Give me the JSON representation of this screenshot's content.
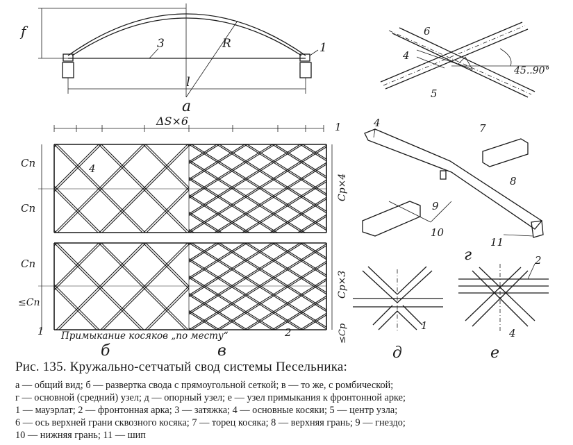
{
  "figure": {
    "labels": {
      "a_f": "f",
      "a_3": "3",
      "a_R": "R",
      "a_1": "1",
      "a_l": "l",
      "a_letter": "а",
      "detail_6": "6",
      "detail_4": "4",
      "detail_5": "5",
      "detail_angle": "45..90°",
      "grid_dim": "ΔS×6",
      "grid_1_top": "1",
      "grid_4": "4",
      "grid_cp_top1": "Cп",
      "grid_cp_top2": "Cп",
      "grid_cp_bot1": "Cп",
      "grid_cp_bot2": "≤Cп",
      "grid_cr4": "Cр×4",
      "grid_cr3": "Cр×3",
      "grid_cr_le": "≤Cр",
      "grid_1_bottom": "1",
      "grid_2": "2",
      "grid_note": "Примыкание косяков „по месту“",
      "grid_b_letter": "б",
      "grid_v_letter": "в",
      "g_4": "4",
      "g_7": "7",
      "g_8": "8",
      "g_9": "9",
      "g_10": "10",
      "g_11": "11",
      "g_letter": "г",
      "d_1": "1",
      "d_letter": "д",
      "e_2": "2",
      "e_4": "4",
      "e_letter": "е"
    }
  },
  "caption": {
    "title": "Рис. 135. Кружально-сетчатый свод системы Песельника:",
    "lines": [
      "а — общий вид; б — развертка свода с прямоугольной сеткой; в — то же, с ромбической;",
      "г — основной (средний) узел; д — опорный узел; е — узел примыкания к фронтонной арке;",
      "1 — мауэрлат; 2 — фронтонная арка; 3 — затяжка; 4 — основные косяки; 5 — центр узла;",
      "6 — ось верхней грани сквозного косяка; 7 — торец косяка; 8 — верхняя грань; 9 — гнездо;",
      "10 — нижняя грань; 11 — шип"
    ]
  }
}
